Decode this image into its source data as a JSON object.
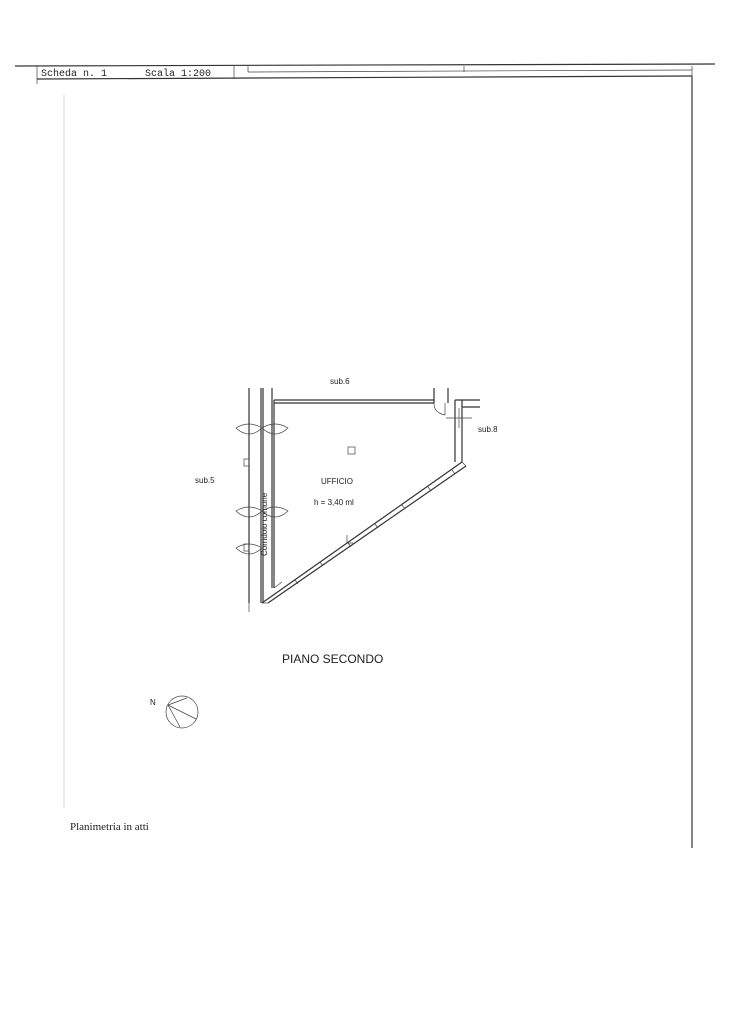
{
  "header": {
    "scheda": "Scheda n. 1",
    "scala": "Scala 1:200"
  },
  "plan": {
    "sub_top": "sub.6",
    "sub_left": "sub.5",
    "sub_right": "sub.8",
    "room_name": "UFFICIO",
    "room_height": "h = 3,40 ml",
    "corridor": "Corridoio comune",
    "floor": "PIANO SECONDO",
    "north": "N"
  },
  "footer": {
    "note": "Planimetria in atti"
  }
}
